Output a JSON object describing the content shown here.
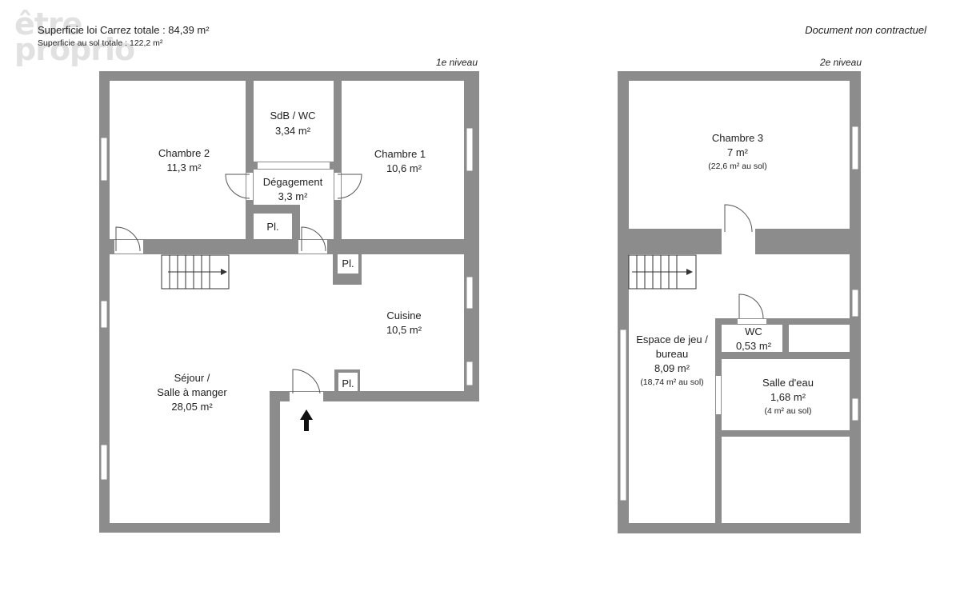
{
  "header": {
    "area_carrez": "Superficie loi Carrez totale :  84,39 m²",
    "area_sol": "Superficie au sol totale :  122,2 m²",
    "disclaimer": "Document non contractuel",
    "watermark": "etre proprio"
  },
  "levels": [
    {
      "label": "1e niveau"
    },
    {
      "label": "2e niveau"
    }
  ],
  "rooms": {
    "chambre2": {
      "name": "Chambre 2",
      "area": "11,3 m²"
    },
    "sdb": {
      "name": "SdB / WC",
      "area": "3,34 m²"
    },
    "chambre1": {
      "name": "Chambre 1",
      "area": "10,6 m²"
    },
    "degagement": {
      "name": "Dégagement",
      "area": "3,3 m²"
    },
    "placard1": {
      "name": "Pl."
    },
    "placard2": {
      "name": "Pl."
    },
    "placard3": {
      "name": "Pl."
    },
    "cuisine": {
      "name": "Cuisine",
      "area": "10,5 m²"
    },
    "sejour": {
      "name1": "Séjour /",
      "name2": "Salle à manger",
      "area": "28,05 m²"
    },
    "chambre3": {
      "name": "Chambre 3",
      "area": "7 m²",
      "sol": "(22,6 m² au sol)"
    },
    "espace": {
      "name1": "Espace de jeu /",
      "name2": "bureau",
      "area": "8,09 m²",
      "sol": "(18,74 m² au sol)"
    },
    "wc": {
      "name": "WC",
      "area": "0,53 m²"
    },
    "salle_eau": {
      "name": "Salle d'eau",
      "area": "1,68 m²",
      "sol": "(4 m² au sol)"
    }
  },
  "colors": {
    "wall": "#8c8c8c",
    "background": "#ffffff",
    "text": "#222222"
  },
  "icons": [
    "entrance-arrow-icon",
    "staircase-icon",
    "door-swing-icon",
    "window-icon"
  ]
}
